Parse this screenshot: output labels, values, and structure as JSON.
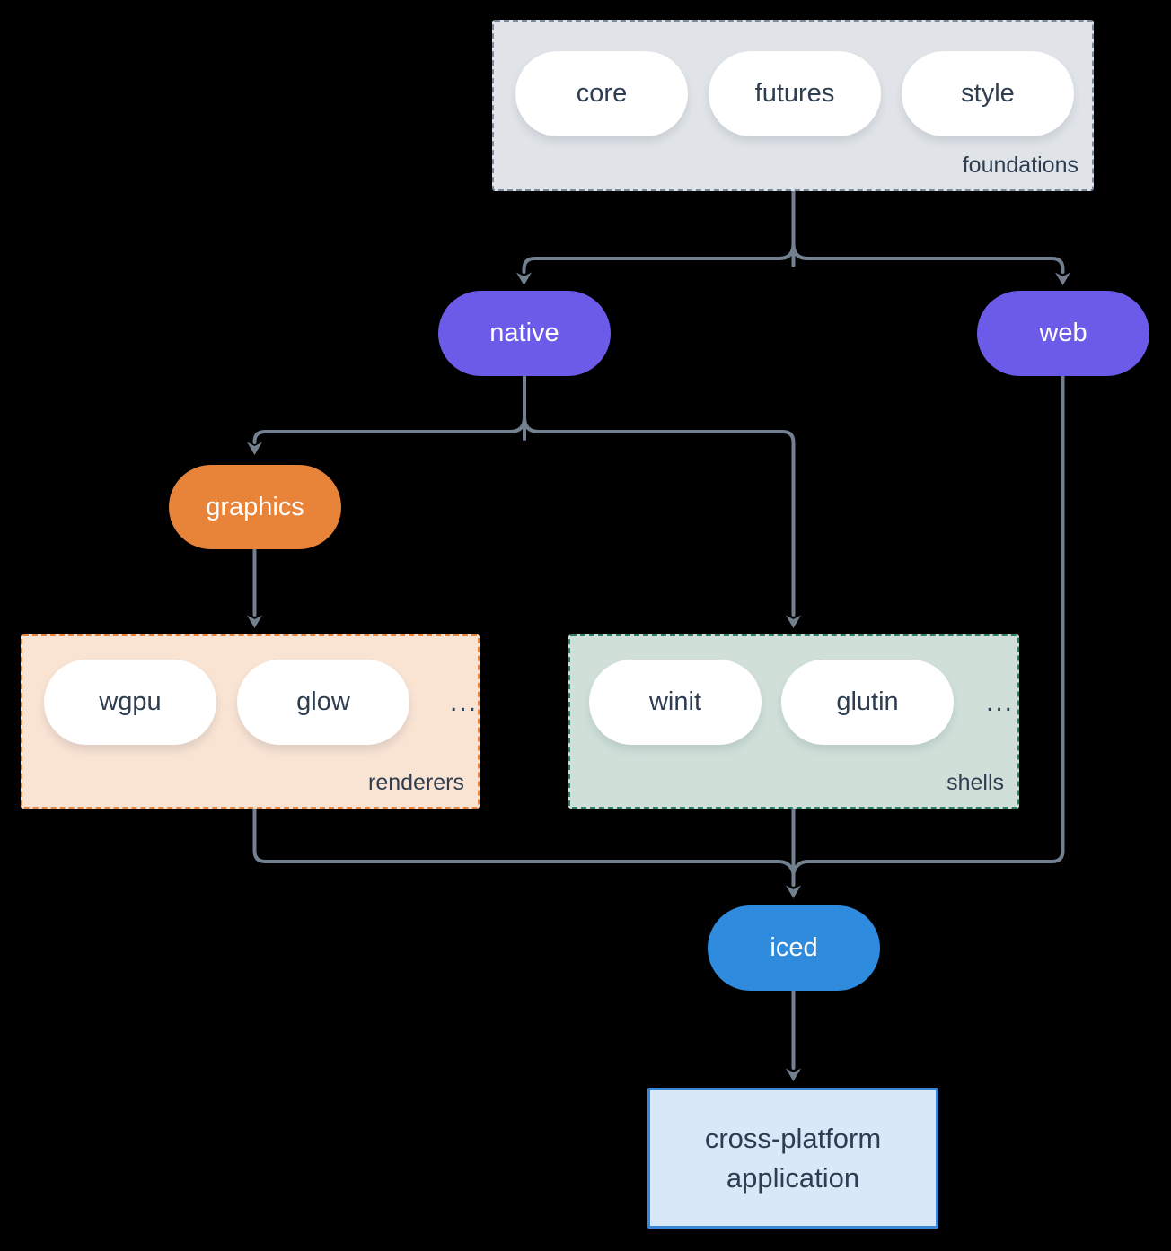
{
  "diagram": {
    "background": "#000000",
    "arrow_color": "#72808f",
    "foundations": {
      "label": "foundations",
      "pills": [
        "core",
        "futures",
        "style"
      ],
      "fill": "#e0e4e8",
      "border_color": "#7b8b9b",
      "text_color": "#2e3e50"
    },
    "native": {
      "label": "native",
      "fill": "#6b5be8",
      "text_color": "#ffffff"
    },
    "web": {
      "label": "web",
      "fill": "#6b5be8",
      "text_color": "#ffffff"
    },
    "graphics": {
      "label": "graphics",
      "fill": "#e8833a",
      "text_color": "#ffffff"
    },
    "renderers": {
      "label": "renderers",
      "pills": [
        "wgpu",
        "glow"
      ],
      "ellipsis": "...",
      "fill": "#f9e3d3",
      "border_color": "#e8833a",
      "text_color": "#2e3e50"
    },
    "shells": {
      "label": "shells",
      "pills": [
        "winit",
        "glutin"
      ],
      "ellipsis": "...",
      "fill": "#d0e0d9",
      "border_color": "#2a7f6b",
      "text_color": "#2e3e50"
    },
    "iced": {
      "label": "iced",
      "fill": "#2e8bdd",
      "text_color": "#ffffff"
    },
    "application": {
      "line1": "cross-platform",
      "line2": "application",
      "fill": "#d9e8f8",
      "border_color": "#3a87d9",
      "text_color": "#2e3e50"
    }
  }
}
